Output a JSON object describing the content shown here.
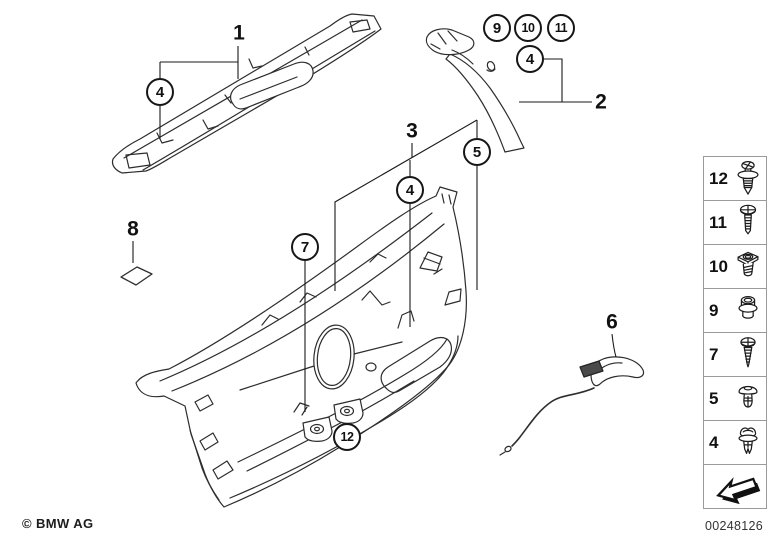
{
  "callouts": {
    "n1": "1",
    "n2": "2",
    "n3": "3",
    "n6": "6",
    "n8": "8",
    "c4": "4",
    "c5": "5",
    "c7": "7",
    "c9": "9",
    "c10": "10",
    "c11": "11",
    "c12": "12"
  },
  "legend": {
    "items": [
      {
        "number": "12",
        "icon": "blind-rivet-screw-icon"
      },
      {
        "number": "11",
        "icon": "pan-head-screw-icon"
      },
      {
        "number": "10",
        "icon": "expansion-nut-icon"
      },
      {
        "number": "9",
        "icon": "grommet-icon"
      },
      {
        "number": "7",
        "icon": "tapping-screw-icon"
      },
      {
        "number": "5",
        "icon": "expanding-rivet-icon"
      },
      {
        "number": "4",
        "icon": "expanding-clip-icon"
      }
    ],
    "direction_indicator": "installation-direction-arrow"
  },
  "footer": {
    "copyright": "© BMW AG",
    "diagram_number": "00248126"
  },
  "line_color": "#2d2d2d"
}
